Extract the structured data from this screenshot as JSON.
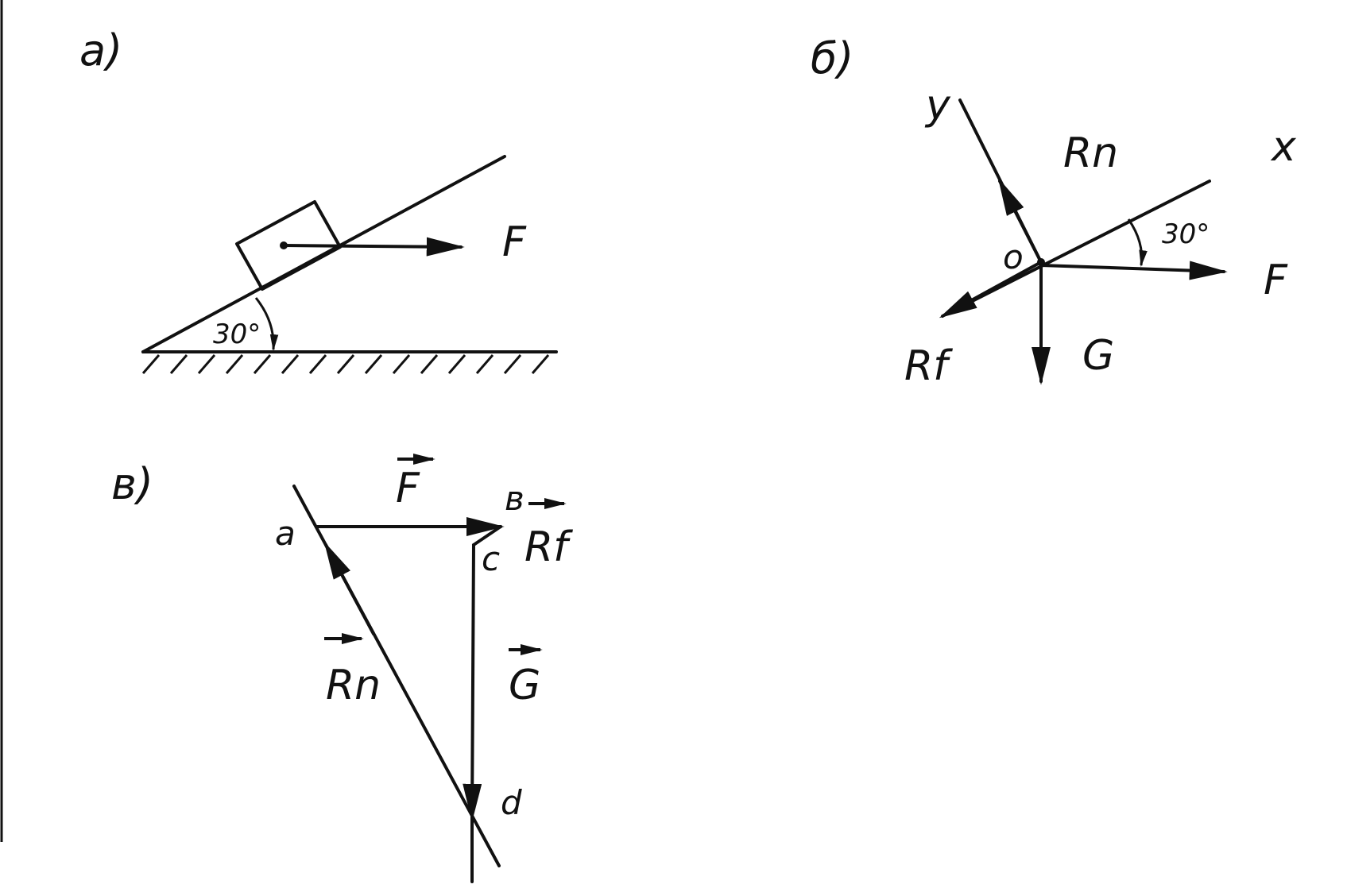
{
  "panel_a": {
    "label": "a)",
    "force": "F",
    "angle": "30°"
  },
  "panel_b": {
    "label": "б)",
    "axis_y": "y",
    "axis_x": "x",
    "origin": "o",
    "normal_force": "Rn",
    "friction_force": "Rf",
    "weight": "G",
    "force": "F",
    "angle": "30°"
  },
  "panel_c": {
    "label": "в)",
    "force_vec": "F",
    "point_a": "a",
    "point_b": "в",
    "point_c": "c",
    "point_d": "d",
    "friction_vec": "Rf",
    "normal_vec": "Rn",
    "weight_vec": "G"
  }
}
